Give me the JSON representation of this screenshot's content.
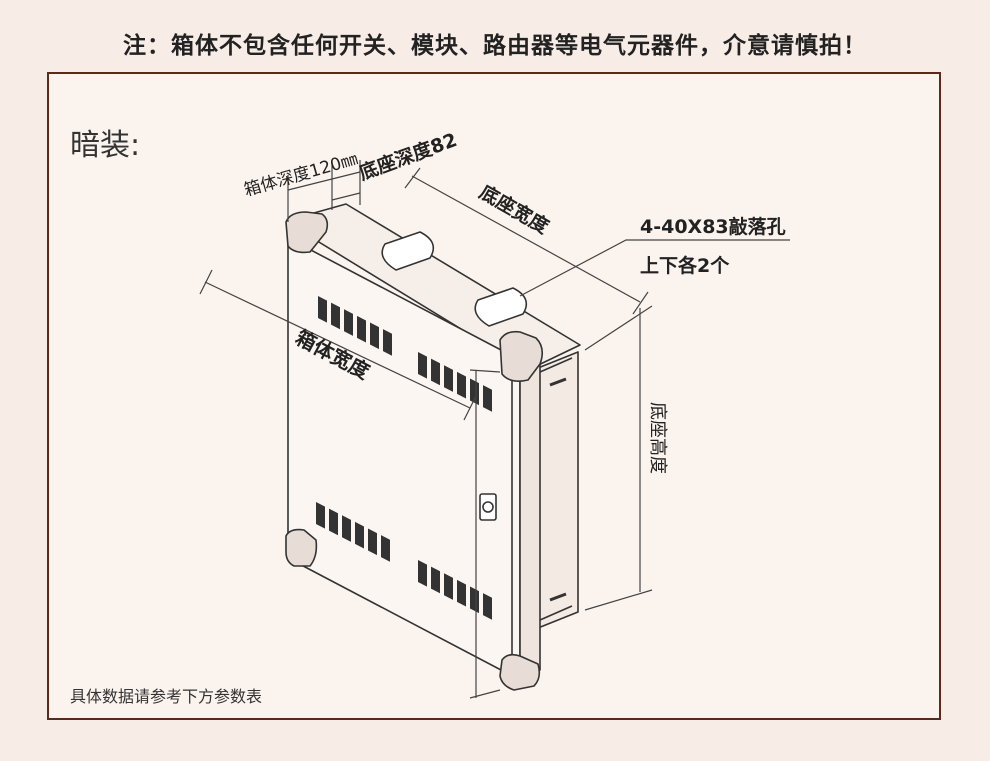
{
  "notice": "注：箱体不包含任何开关、模块、路由器等电气元器件，介意请慎拍！",
  "install_label": "暗装:",
  "labels": {
    "box_depth": "箱体深度120㎜",
    "base_depth": "底座深度82",
    "base_width": "底座宽度",
    "box_width": "箱体宽度",
    "knockout_line1": "4-40X83敲落孔",
    "knockout_line2": "上下各2个",
    "base_height": "底座高度"
  },
  "footnote": "具体数据请参考下方参数表",
  "colors": {
    "border": "#5a2a1c",
    "background": "#f7ece6",
    "line": "#333333"
  }
}
